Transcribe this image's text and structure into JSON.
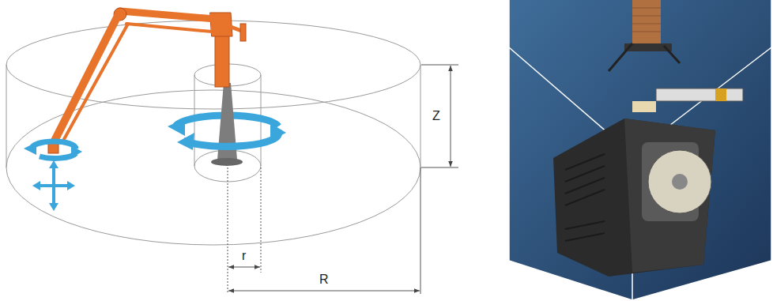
{
  "diagram": {
    "labels": [
      "Z",
      "r",
      "R"
    ]
  }
}
